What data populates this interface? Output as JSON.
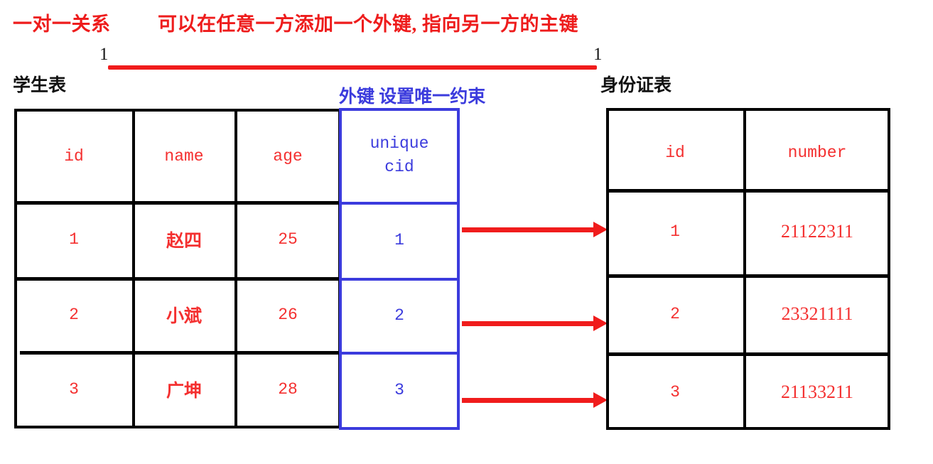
{
  "headline": {
    "relation_type": "一对一关系",
    "description": "可以在任意一方添加一个外键, 指向另一方的主键"
  },
  "relationship": {
    "left_cardinality": "1",
    "right_cardinality": "1",
    "line_color": "#f01c1c"
  },
  "annotation": {
    "foreign_key_note": "外键 设置唯一约束",
    "color": "#3b3bdd"
  },
  "student_table": {
    "caption": "学生表",
    "columns": [
      "id",
      "name",
      "age"
    ],
    "rows": [
      {
        "id": "1",
        "name": "赵四",
        "age": "25"
      },
      {
        "id": "2",
        "name": "小斌",
        "age": "26"
      },
      {
        "id": "3",
        "name": "广坤",
        "age": "28"
      }
    ],
    "text_color": "#f43030",
    "border_color": "#000000"
  },
  "foreign_key_column": {
    "constraint_label": "unique",
    "column_label": "cid",
    "values": [
      "1",
      "2",
      "3"
    ],
    "color": "#3b3bdd"
  },
  "idcard_table": {
    "caption": "身份证表",
    "columns": [
      "id",
      "number"
    ],
    "rows": [
      {
        "id": "1",
        "number": "21122311"
      },
      {
        "id": "2",
        "number": "23321111"
      },
      {
        "id": "3",
        "number": "21133211"
      }
    ],
    "text_color": "#f43030",
    "border_color": "#000000"
  },
  "arrows": {
    "count": "3",
    "color": "#f01c1c",
    "direction": "left-to-right"
  }
}
